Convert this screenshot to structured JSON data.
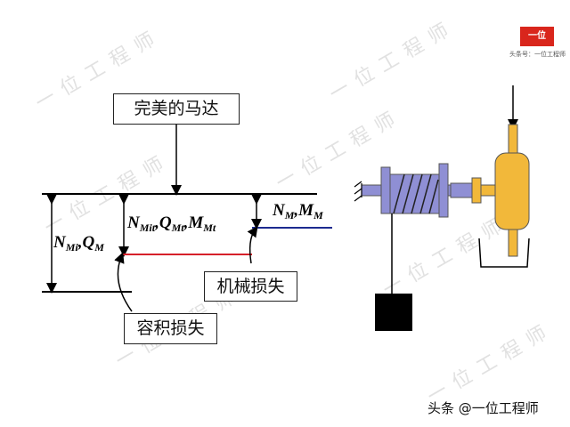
{
  "diagram": {
    "top_box": "完美的马达",
    "volume_box": "容积损失",
    "mech_box": "机械损失",
    "input": {
      "n": "N",
      "n_sub": "Mi",
      "q": "Q",
      "q_sub": "M"
    },
    "mid": {
      "n": "N",
      "n_sub": "Mit",
      "q": "Q",
      "q_sub": "Mt",
      "m": "M",
      "m_sub": "Mt"
    },
    "output": {
      "n": "N",
      "n_sub": "M",
      "m": "M",
      "m_sub": "M"
    },
    "colors": {
      "volume_line": "#d6202a",
      "mech_line": "#1c2a8f",
      "drum": "#8f8fd4",
      "motor": "#f2b83a",
      "weight": "#000000"
    }
  },
  "branding": {
    "logo": "一位",
    "account_line": "头条号：一位工程师",
    "credit": "头条 @一位工程师",
    "watermark": "一位工程师"
  }
}
